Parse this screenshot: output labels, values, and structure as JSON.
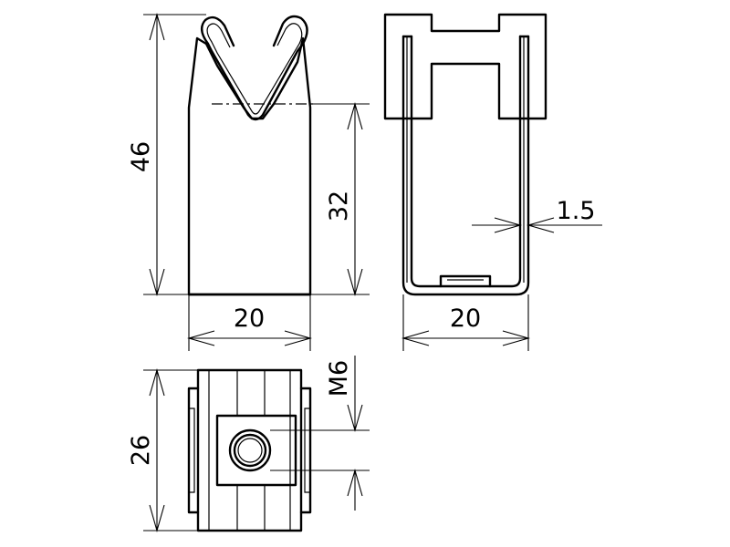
{
  "dimensions": {
    "height_total": "46",
    "height_body": "32",
    "width_front": "20",
    "width_side": "20",
    "wall_thickness": "1.5",
    "depth_top_view": "26",
    "thread": "M6"
  }
}
